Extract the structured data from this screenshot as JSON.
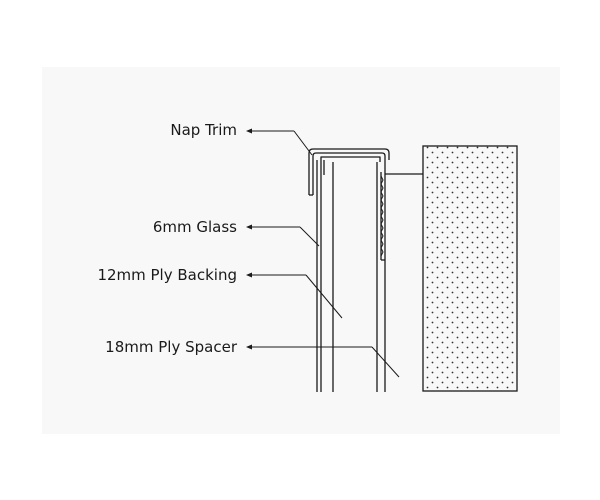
{
  "labels": {
    "nap_trim": "Nap Trim",
    "glass": "6mm Glass",
    "ply_backing": "12mm Ply Backing",
    "ply_spacer": "18mm Ply Spacer"
  },
  "colors": {
    "line": "#1a1a1a",
    "panel_background": "#f8f8f8",
    "wall_dots": "#333333"
  }
}
